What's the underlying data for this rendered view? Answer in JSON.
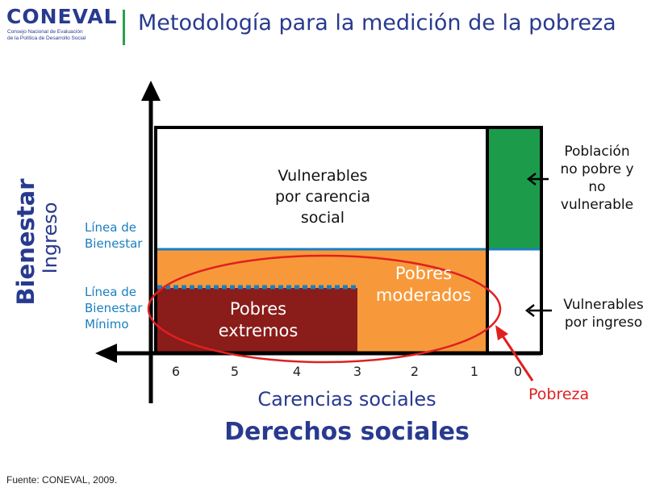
{
  "logo": {
    "word": "CONEVAL",
    "subtitle_line1": "Consejo Nacional de Evaluación",
    "subtitle_line2": "de la Política de Desarrollo Social"
  },
  "title": "Metodología para la medición de la pobreza",
  "quadrants": {
    "vulnerables_carencia": [
      "Vulnerables",
      "por carencia",
      "social"
    ],
    "pobres_moderados": [
      "Pobres",
      "moderados"
    ],
    "pobres_extremos": [
      "Pobres",
      "extremos"
    ]
  },
  "side_labels": {
    "no_pobre": [
      "Población",
      "no pobre y",
      "no",
      "vulnerable"
    ],
    "vulnerables_ingreso": [
      "Vulnerables",
      "por ingreso"
    ],
    "pobreza": "Pobreza"
  },
  "y_lines": {
    "bienestar": [
      "Línea de",
      "Bienestar"
    ],
    "bienestar_minimo": [
      "Línea de",
      "Bienestar",
      "Mínimo"
    ]
  },
  "y_axis": {
    "outer": "Bienestar",
    "inner": "Ingreso"
  },
  "x_axis": {
    "ticks": [
      "6",
      "5",
      "4",
      "3",
      "2",
      "1",
      "0"
    ],
    "label1": "Carencias sociales",
    "label2": "Derechos sociales"
  },
  "source": "Fuente: CONEVAL, 2009.",
  "colors": {
    "brand_blue": "#283a8f",
    "green": "#1c9c4a",
    "orange": "#f7993a",
    "dark_red": "#8a1c1a",
    "line_blue": "#1a7fc1",
    "red": "#e02020"
  }
}
